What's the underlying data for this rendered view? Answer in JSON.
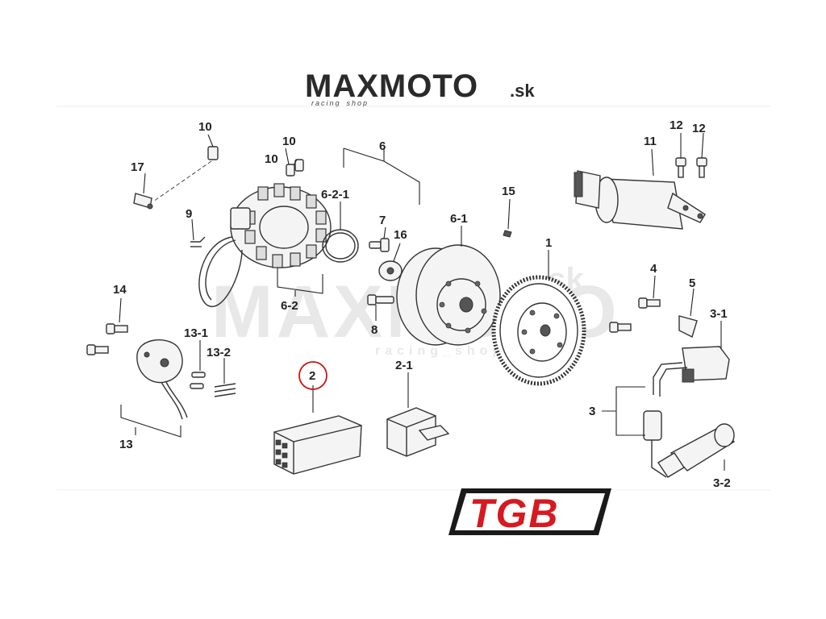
{
  "brand": {
    "logo_text_main": "MAXMOTO",
    "logo_text_suffix": ".sk",
    "tagline": "racing_shop",
    "watermark_main": "MAXMOTO",
    "watermark_suffix": ".sk",
    "watermark_tagline": "racing_shop"
  },
  "maker_logo": {
    "text": "TGB",
    "color": "#d71920"
  },
  "highlight": {
    "part": "2",
    "ring_color": "#cc1111"
  },
  "callouts": [
    "1",
    "2",
    "2-1",
    "3",
    "3-1",
    "3-2",
    "4",
    "5",
    "6",
    "6-1",
    "6-2",
    "6-2-1",
    "7",
    "8",
    "9",
    "10",
    "10",
    "10",
    "11",
    "12",
    "12",
    "13",
    "13-1",
    "13-2",
    "14",
    "15",
    "16",
    "17"
  ]
}
